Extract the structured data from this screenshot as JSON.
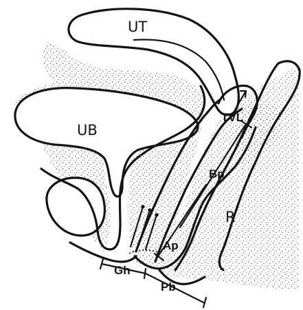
{
  "labels": {
    "ut": "UT",
    "ub": "UB",
    "r": "R",
    "tvl": "TVL",
    "bp": "Bp",
    "ap": "Ap",
    "gh": "Gh",
    "pb": "Pb"
  },
  "colors": {
    "ink": "#141414",
    "stipple": "#1a1a1a",
    "background": "#ffffff"
  }
}
